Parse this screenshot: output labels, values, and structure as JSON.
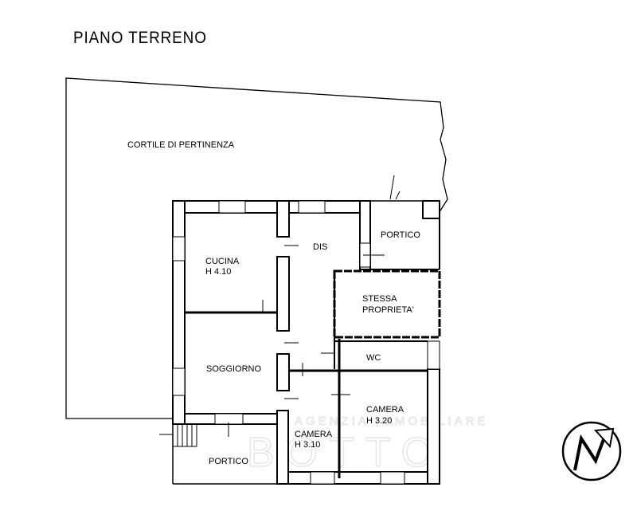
{
  "title": "PIANO TERRENO",
  "rooms": {
    "cortile": "CORTILE DI PERTINENZA",
    "portico_top": "PORTICO",
    "dis": "DIS",
    "cucina": "CUCINA",
    "cucina_h": "H 4.10",
    "stessa1": "STESSA",
    "stessa2": "PROPRIETA'",
    "wc": "WC",
    "soggiorno": "SOGGIORNO",
    "camera1": "CAMERA",
    "camera1_h": "H 3.20",
    "camera2": "CAMERA",
    "camera2_h": "H 3.10",
    "portico_bottom": "PORTICO"
  },
  "watermark": {
    "line1": "AGENZIA IMMOBILIARE",
    "line2": "BOTTO"
  },
  "north_arrow": "N"
}
